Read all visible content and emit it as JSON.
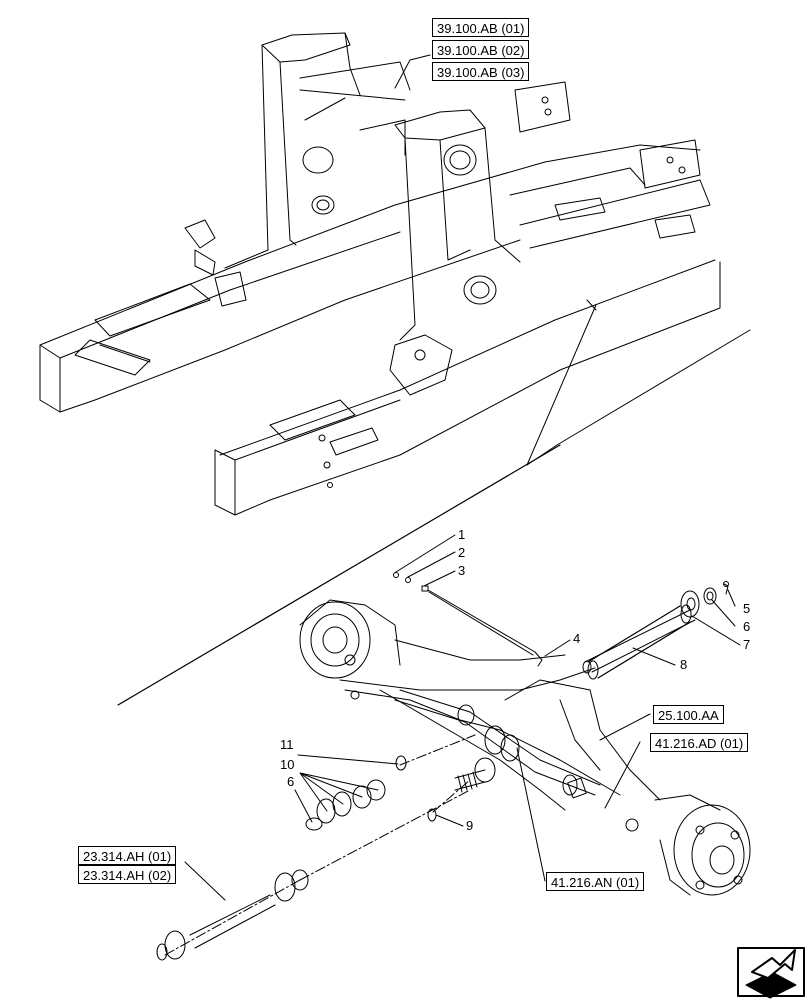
{
  "references": {
    "frame_1": "39.100.AB (01)",
    "frame_2": "39.100.AB (02)",
    "frame_3": "39.100.AB (03)",
    "axle": "25.100.AA",
    "steer_1": "41.216.AD (01)",
    "steer_2": "41.216.AN (01)",
    "shaft_1": "23.314.AH (01)",
    "shaft_2": "23.314.AH (02)"
  },
  "callouts": {
    "n1": "1",
    "n2": "2",
    "n3": "3",
    "n4": "4",
    "n5": "5",
    "n6a": "6",
    "n7": "7",
    "n8": "8",
    "n9": "9",
    "n10": "10",
    "n11": "11",
    "n6b": "6"
  },
  "nav": {
    "icon": "next-page-icon"
  }
}
